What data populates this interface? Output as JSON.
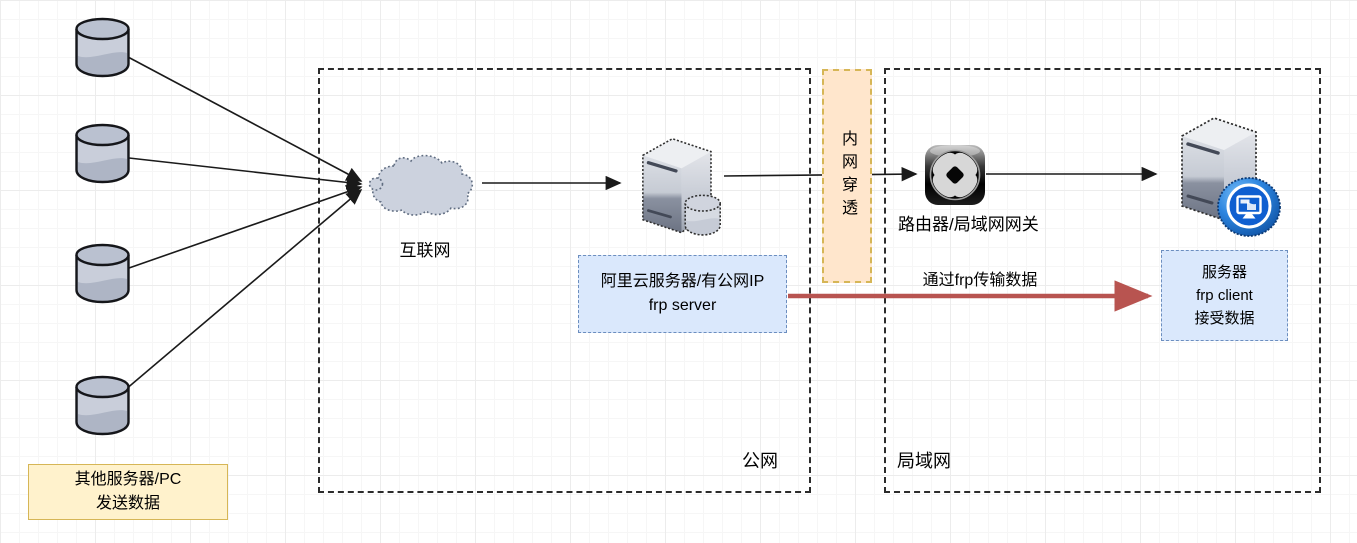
{
  "zones": {
    "public_network": {
      "label": "公网",
      "border_color": "#2b2b2b"
    },
    "lan": {
      "label": "局域网",
      "border_color": "#2b2b2b"
    }
  },
  "nodes": {
    "senders_note": {
      "lines": [
        "其他服务器/PC",
        "发送数据"
      ],
      "fill": "#fff2cc",
      "border": "#d6b656",
      "icon": "database-cylinder-icon",
      "icon_count": 4
    },
    "internet": {
      "label": "互联网",
      "icon": "cloud-icon",
      "fill": "#ccd2de"
    },
    "frp_server_note": {
      "lines": [
        "阿里云服务器/有公网IP",
        "frp server"
      ],
      "fill": "#dae8fc",
      "border": "#6c8ebf",
      "icon": "server-tower-with-db-icon"
    },
    "nat_traversal": {
      "label": "内网穿透",
      "fill": "#ffe6cc",
      "border": "#d6b656"
    },
    "router": {
      "label": "路由器/局域网网关",
      "icon": "router-icon"
    },
    "frp_client_note": {
      "lines": [
        "服务器",
        "frp client",
        "接受数据"
      ],
      "fill": "#dae8fc",
      "border": "#6c8ebf",
      "icon": "server-tower-icon",
      "badge_icon": "monitor-badge-icon",
      "badge_color": "#1565c0"
    }
  },
  "edges": {
    "frp_transfer": {
      "label": "通过frp传输数据",
      "color": "#b85450"
    },
    "default_color": "#1a1a1a"
  }
}
